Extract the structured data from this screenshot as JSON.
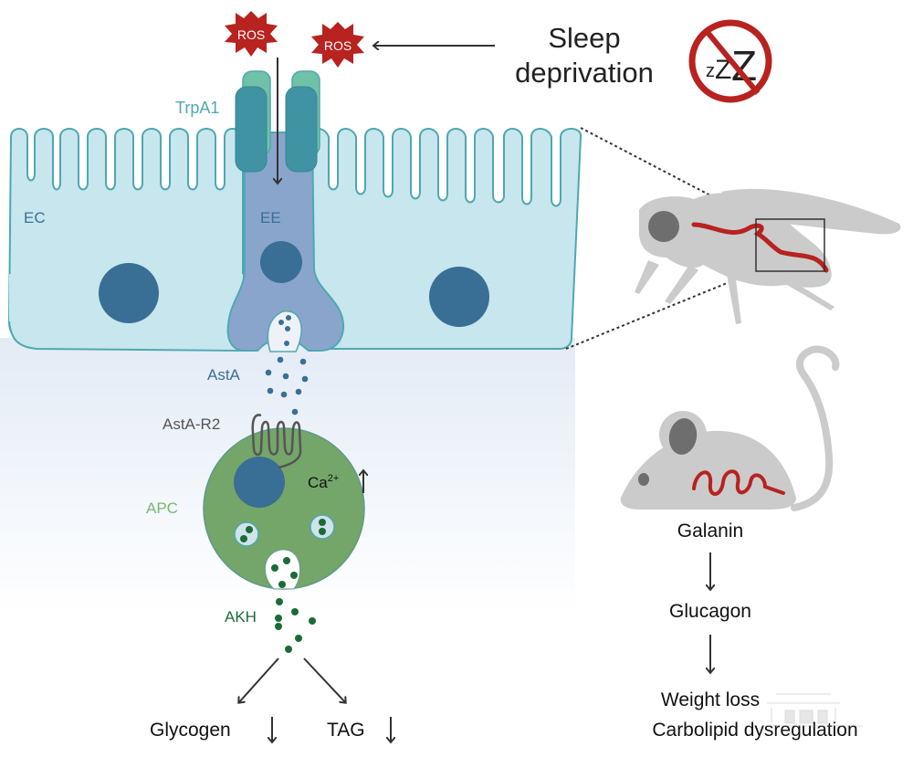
{
  "title": "Sleep deprivation induces ROS-TrpA1-AstA-AKH signaling",
  "colors": {
    "ros": "#b8221f",
    "ec_fill": "#c7e6ee",
    "ec_stroke": "#4fa8b0",
    "ee_fill": "#8aa5cc",
    "nucleus": "#3a6f95",
    "trpa1_dark": "#3f93a3",
    "trpa1_light": "#6fc2a8",
    "apc_fill": "#74a66a",
    "akh_dot": "#1b6b36",
    "gut_red": "#b8221f",
    "animal_gray": "#cbcbcb",
    "no_sign": "#b8221f"
  },
  "ros": {
    "label_1": "ROS",
    "label_2": "ROS"
  },
  "sleep": {
    "line1": "Sleep",
    "line2": "deprivation",
    "no_sleep_icon_text_small": "z",
    "no_sleep_icon_text_mid": "Z",
    "no_sleep_icon_text_big": "Z"
  },
  "cells": {
    "trpa1": "TrpA1",
    "ec": "EC",
    "ee": "EE",
    "asta": "AstA",
    "asta_r2": "AstA-R2",
    "apc": "APC",
    "calcium": "Ca",
    "calcium_sup": "2+",
    "calcium_arrow": "↑",
    "akh": "AKH"
  },
  "outputs": {
    "glycogen": "Glycogen",
    "glycogen_arrow": "↓",
    "tag": "TAG",
    "tag_arrow": "↓"
  },
  "mouse_pathway": {
    "galanin": "Galanin",
    "glucagon": "Glucagon",
    "weight_loss": "Weight loss",
    "dysregulation": "Carbolipid dysregulation"
  }
}
